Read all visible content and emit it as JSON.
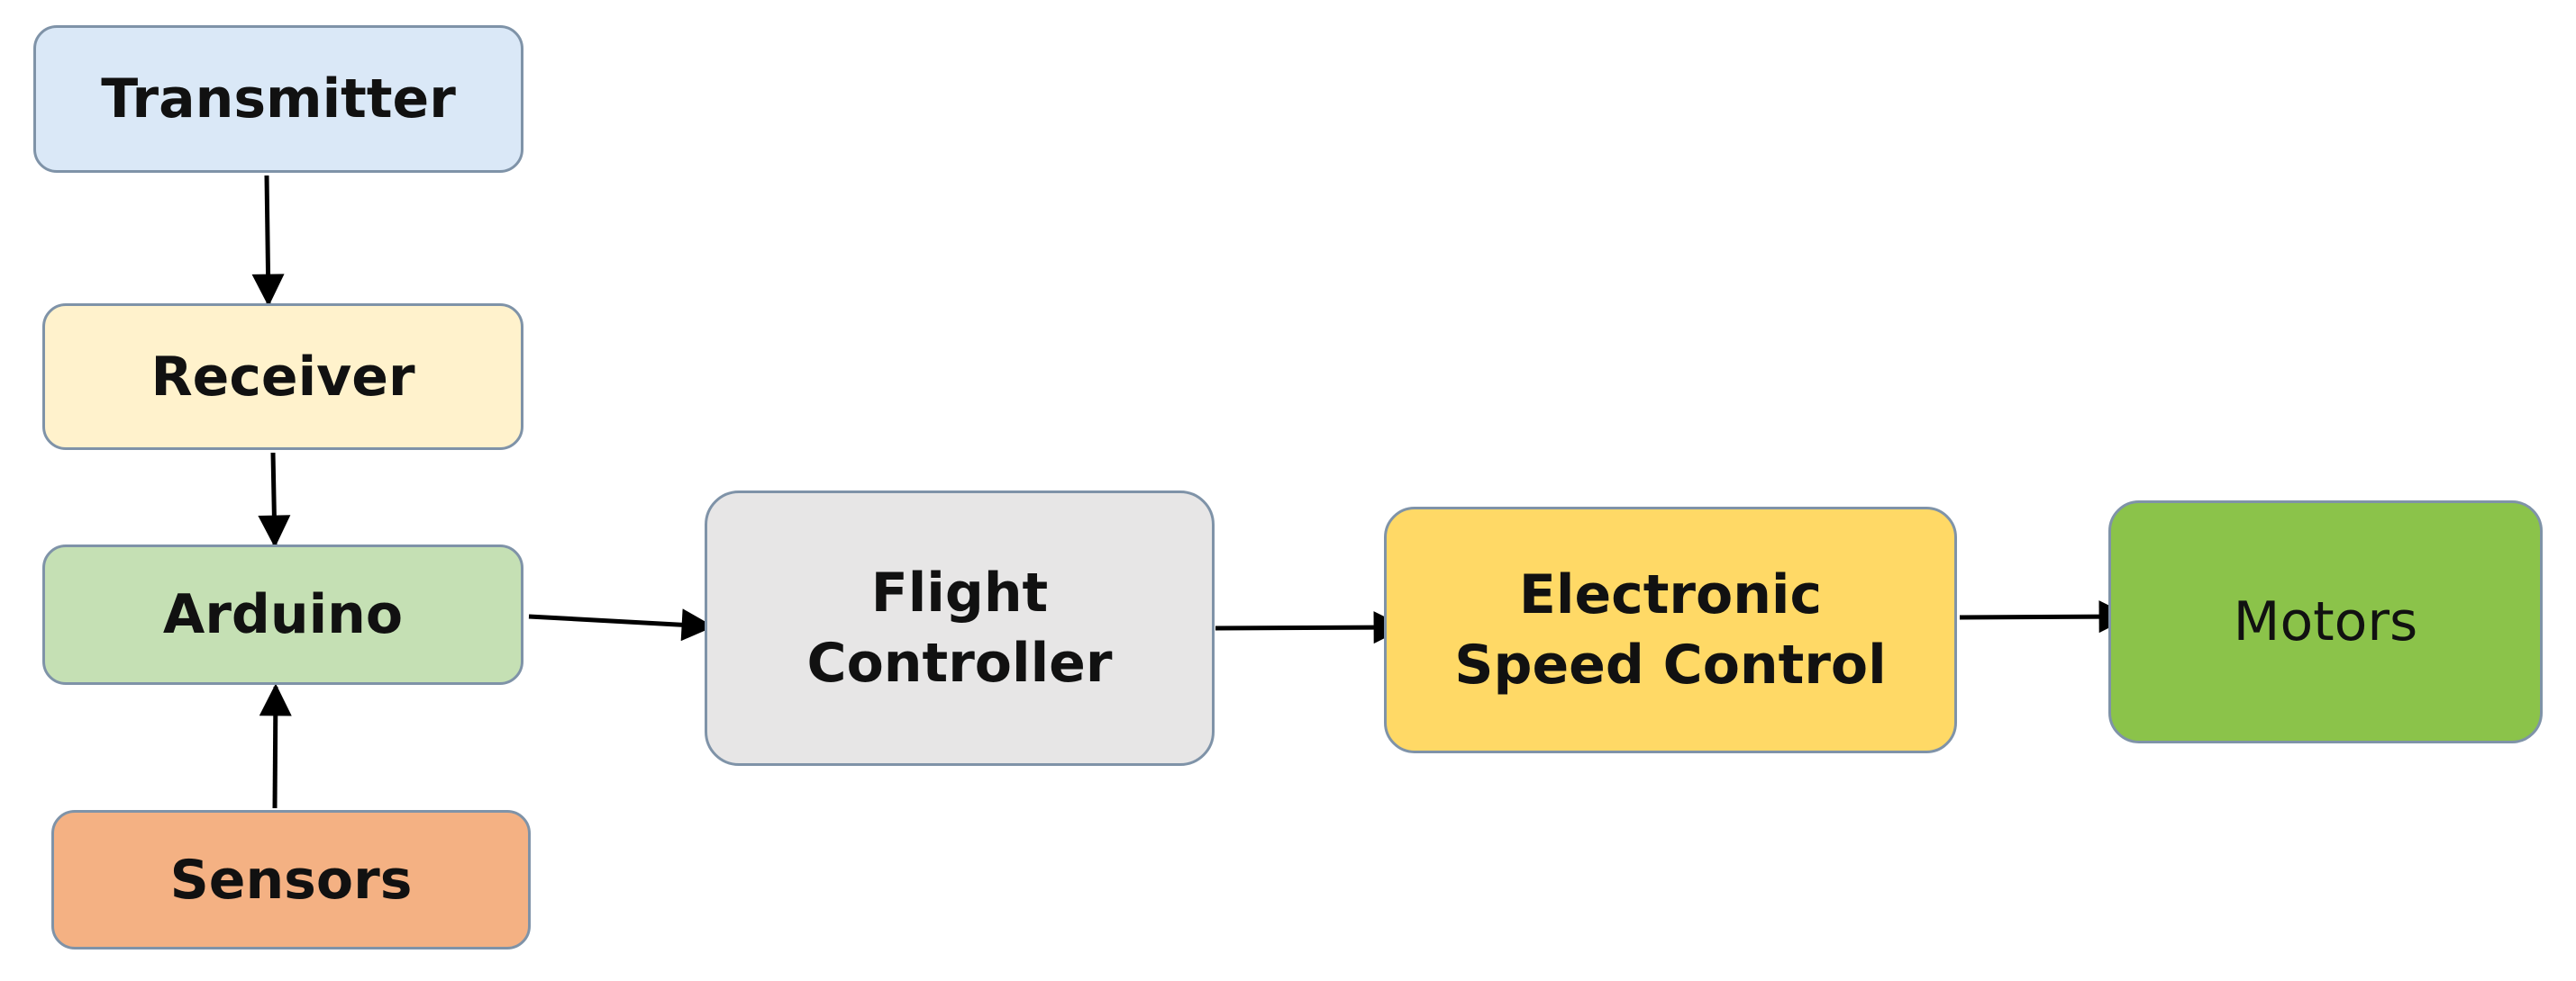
{
  "nodes": {
    "transmitter": {
      "label": "Transmitter",
      "fill": "#dae8f7"
    },
    "receiver": {
      "label": "Receiver",
      "fill": "#fff2cc"
    },
    "arduino": {
      "label": "Arduino",
      "fill": "#c5e0b4"
    },
    "sensors": {
      "label": "Sensors",
      "fill": "#f4b183"
    },
    "flight_controller": {
      "label_line1": "Flight",
      "label_line2": "Controller",
      "fill": "#e7e6e6"
    },
    "esc": {
      "label_line1": "Electronic",
      "label_line2": "Speed Control",
      "fill": "#ffd966"
    },
    "motors": {
      "label": "Motors",
      "fill": "#8bc34a"
    }
  },
  "edges": [
    {
      "from": "Transmitter",
      "to": "Receiver"
    },
    {
      "from": "Receiver",
      "to": "Arduino"
    },
    {
      "from": "Sensors",
      "to": "Arduino"
    },
    {
      "from": "Arduino",
      "to": "Flight Controller"
    },
    {
      "from": "Flight Controller",
      "to": "Electronic Speed Control"
    },
    {
      "from": "Electronic Speed Control",
      "to": "Motors"
    }
  ],
  "colors": {
    "border": "#7f93a8",
    "arrow": "#000000"
  }
}
